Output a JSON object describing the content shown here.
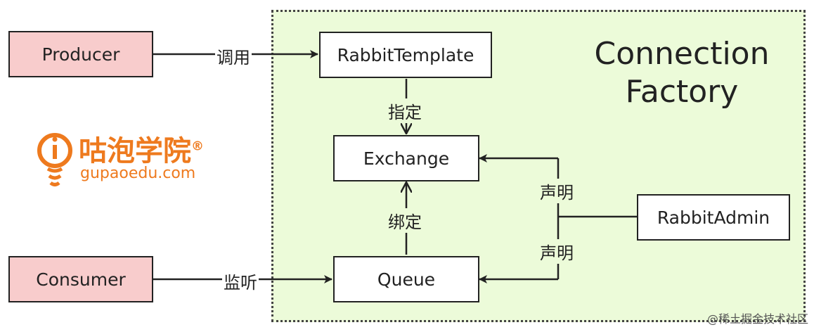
{
  "container": {
    "title": "Connection\nFactory"
  },
  "nodes": {
    "producer": "Producer",
    "consumer": "Consumer",
    "rabbit_template": "RabbitTemplate",
    "exchange": "Exchange",
    "queue": "Queue",
    "rabbit_admin": "RabbitAdmin"
  },
  "edges": {
    "call": "调用",
    "specify": "指定",
    "bind": "绑定",
    "listen": "监听",
    "declare_exchange": "声明",
    "declare_queue": "声明"
  },
  "logo": {
    "name_cn": "咕泡学院",
    "reg": "®",
    "domain": "gupaoedu.com"
  },
  "watermark": "@稀土掘金技术社区",
  "colors": {
    "container_bg": "#ecfbd9",
    "external_bg": "#f8cccc",
    "logo": "#ee7a1e"
  }
}
